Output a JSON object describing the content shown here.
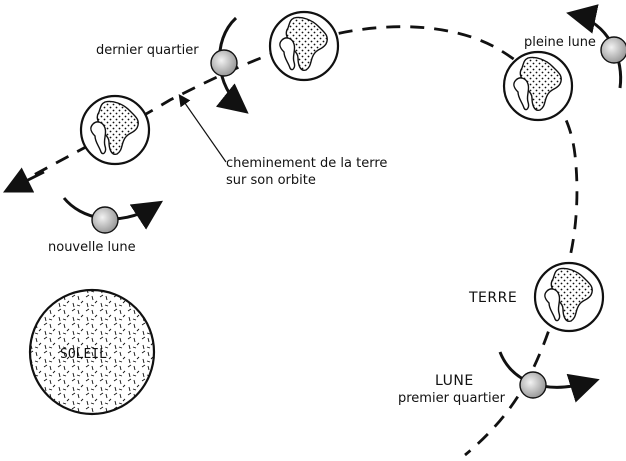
{
  "labels": {
    "last_quarter": "dernier quartier",
    "full_moon": "pleine lune",
    "path_line1": "cheminement de la terre",
    "path_line2": "sur son orbite",
    "new_moon": "nouvelle lune",
    "earth": "TERRE",
    "moon": "LUNE",
    "first_quarter": "premier quartier",
    "sun": "SOLEIL"
  },
  "colors": {
    "ink": "#111111",
    "moon_fill": "#d8d8d8",
    "paper": "#ffffff"
  }
}
